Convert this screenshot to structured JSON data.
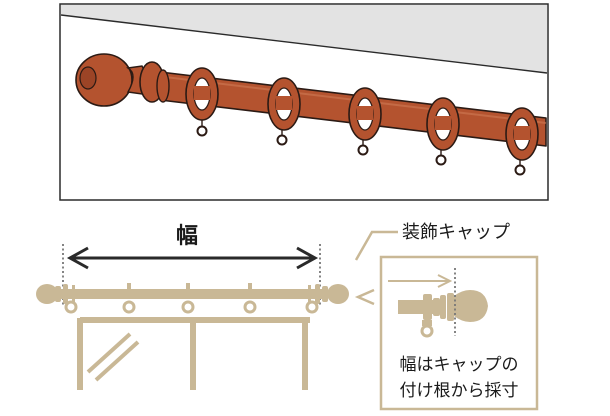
{
  "labels": {
    "width": "幅",
    "decorative_cap": "装飾キャップ",
    "note_line1": "幅はキャップの",
    "note_line2": "付け根から採寸"
  },
  "colors": {
    "rod_brown": "#b4532f",
    "rod_outline": "#2b1a14",
    "rod_beige": "#c9b896",
    "wall_gray": "#e3e3e3",
    "dotted_line": "#777777",
    "arrow": "#2a2a2a"
  }
}
